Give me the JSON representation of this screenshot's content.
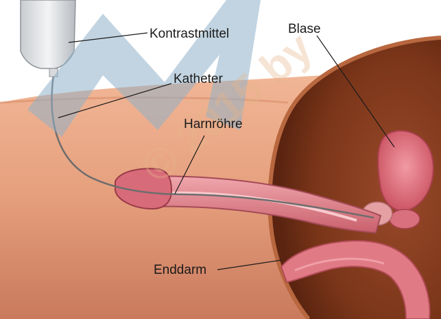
{
  "labels": {
    "contrast_agent": "Kontrastmittel",
    "catheter": "Katheter",
    "urethra": "Harnröhre",
    "bladder": "Blase",
    "rectum": "Enddarm"
  },
  "watermark": {
    "logo_text": "M",
    "text": "© 2015 by"
  },
  "colors": {
    "background": "#ffffff",
    "skin": "#e9a482",
    "body_cavity": "#8a3f22",
    "organ_pink": "#e8808a",
    "leader_line": "#1a1a1a",
    "watermark_blue": "#8fb0c8"
  }
}
